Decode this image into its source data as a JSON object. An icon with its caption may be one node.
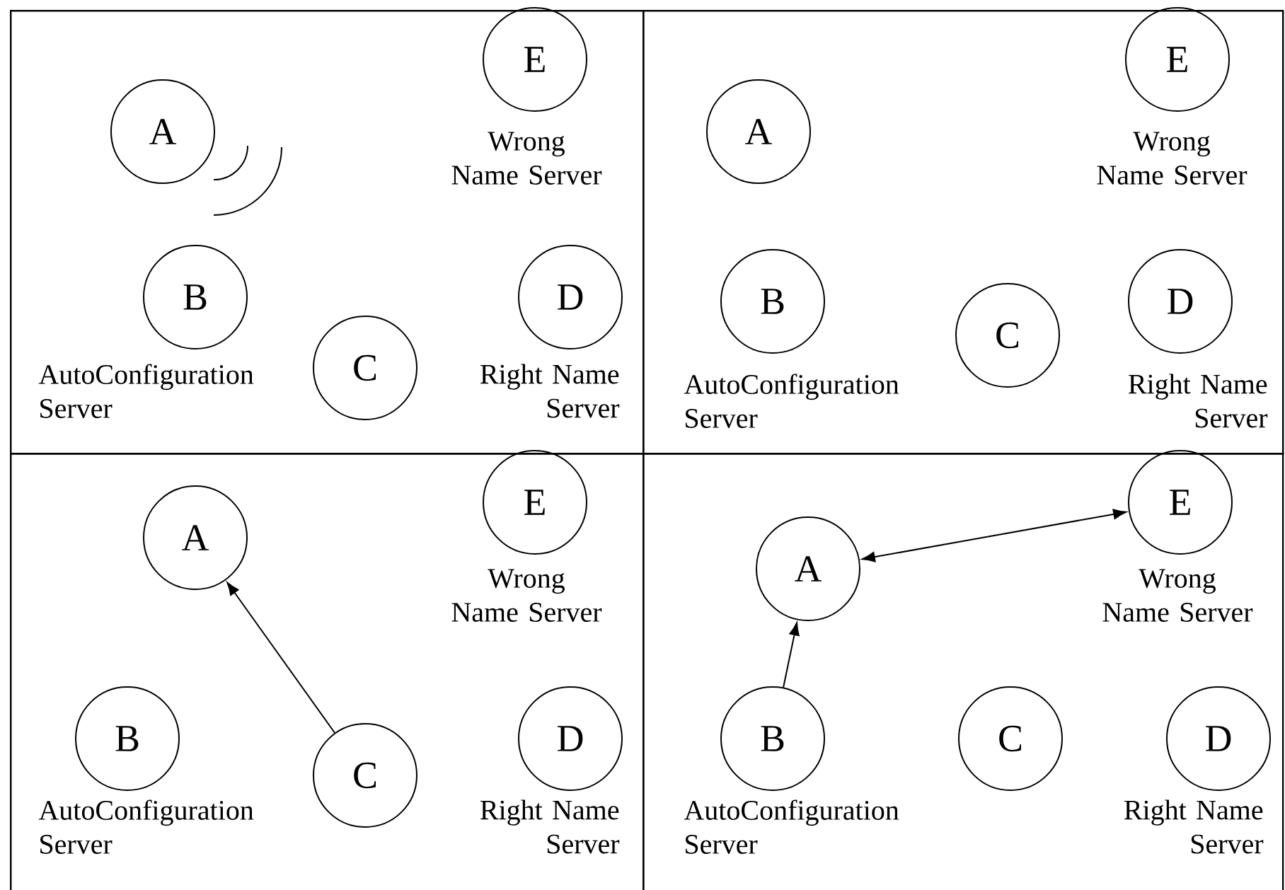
{
  "diagram": {
    "nodes": [
      {
        "text": [],
        "shape": "box"
      },
      {
        "text": [
          "A"
        ],
        "in": 0
      },
      {
        "text": [
          "B"
        ],
        "in": 0,
        "beside": [
          "AutoConfiguration Server"
        ]
      },
      {
        "text": [
          "C"
        ],
        "in": 0
      },
      {
        "text": [
          "D"
        ],
        "in": 0,
        "beside": [
          "Right Name Server"
        ]
      },
      {
        "text": [
          "E"
        ],
        "in": 0,
        "beside": [
          "Wrong Name Server"
        ]
      },
      {
        "text": [],
        "shape": "box"
      },
      {
        "text": [
          "A"
        ],
        "in": 6
      },
      {
        "text": [
          "B"
        ],
        "in": 6,
        "beside": [
          "AutoConfiguration Server"
        ]
      },
      {
        "text": [
          "C"
        ],
        "in": 6
      },
      {
        "text": [
          "D"
        ],
        "in": 6,
        "beside": [
          "Right Name Server"
        ]
      },
      {
        "text": [
          "E"
        ],
        "in": 6,
        "beside": [
          "Wrong Name Server"
        ]
      },
      {
        "text": [],
        "shape": "box"
      },
      {
        "text": [
          "A"
        ],
        "in": 12
      },
      {
        "text": [
          "B"
        ],
        "in": 12,
        "beside": [
          "AutoConfiguration Server"
        ]
      },
      {
        "text": [
          "C"
        ],
        "in": 12
      },
      {
        "text": [
          "D"
        ],
        "in": 12,
        "beside": [
          "Right Name Server"
        ]
      },
      {
        "text": [
          "E"
        ],
        "in": 12,
        "beside": [
          "Wrong Name Server"
        ]
      },
      {
        "text": [],
        "shape": "box"
      },
      {
        "text": [
          "A"
        ],
        "in": 18
      },
      {
        "text": [
          "B"
        ],
        "in": 18,
        "beside": [
          "AutoConfiguration Server"
        ]
      },
      {
        "text": [
          "C"
        ],
        "in": 18
      },
      {
        "text": [
          "D"
        ],
        "in": 18,
        "beside": [
          "Right Name Server"
        ]
      },
      {
        "text": [
          "E"
        ],
        "in": 18,
        "beside": [
          "Wrong Name Server"
        ]
      }
    ],
    "edges": [
      {
        "from": 15,
        "to": 13,
        "arrow": "to"
      },
      {
        "from": 20,
        "to": 19,
        "arrow": "to"
      },
      {
        "from": 19,
        "to": 23,
        "arrow": "both"
      }
    ]
  }
}
